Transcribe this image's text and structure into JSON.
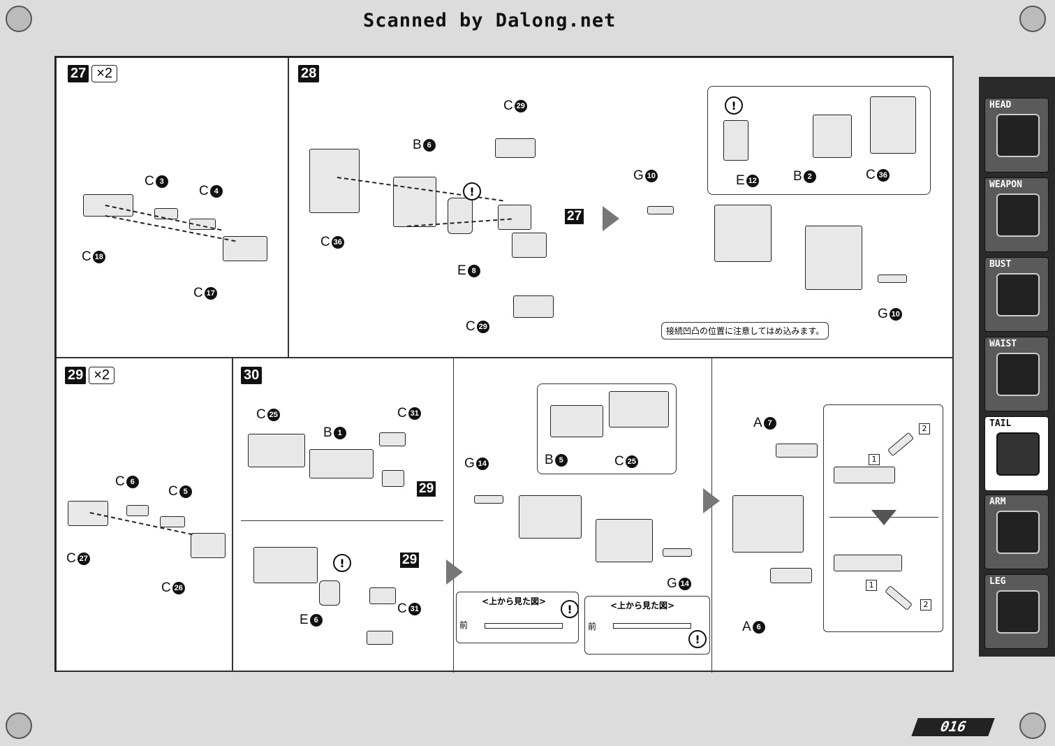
{
  "header": {
    "scan_credit": "Scanned by Dalong.net"
  },
  "steps": {
    "s27": {
      "number": "27",
      "multiplier": "×2"
    },
    "s28": {
      "number": "28"
    },
    "s29": {
      "number": "29",
      "multiplier": "×2"
    },
    "s30": {
      "number": "30"
    }
  },
  "labels": {
    "c3": {
      "letter": "C",
      "num": "3"
    },
    "c4": {
      "letter": "C",
      "num": "4"
    },
    "c18": {
      "letter": "C",
      "num": "18"
    },
    "c17": {
      "letter": "C",
      "num": "17"
    },
    "c29a": {
      "letter": "C",
      "num": "29"
    },
    "b6": {
      "letter": "B",
      "num": "6"
    },
    "c36a": {
      "letter": "C",
      "num": "36"
    },
    "e8": {
      "letter": "E",
      "num": "8"
    },
    "c29b": {
      "letter": "C",
      "num": "29"
    },
    "g10a": {
      "letter": "G",
      "num": "10"
    },
    "e12": {
      "letter": "E",
      "num": "12"
    },
    "b2": {
      "letter": "B",
      "num": "2"
    },
    "c36b": {
      "letter": "C",
      "num": "36"
    },
    "g10b": {
      "letter": "G",
      "num": "10"
    },
    "c6": {
      "letter": "C",
      "num": "6"
    },
    "c5": {
      "letter": "C",
      "num": "5"
    },
    "c27": {
      "letter": "C",
      "num": "27"
    },
    "c26": {
      "letter": "C",
      "num": "26"
    },
    "c25a": {
      "letter": "C",
      "num": "25"
    },
    "b1": {
      "letter": "B",
      "num": "1"
    },
    "c31a": {
      "letter": "C",
      "num": "31"
    },
    "e6": {
      "letter": "E",
      "num": "6"
    },
    "c31b": {
      "letter": "C",
      "num": "31"
    },
    "g14a": {
      "letter": "G",
      "num": "14"
    },
    "b5": {
      "letter": "B",
      "num": "5"
    },
    "c25b": {
      "letter": "C",
      "num": "25"
    },
    "g14b": {
      "letter": "G",
      "num": "14"
    },
    "a7": {
      "letter": "A",
      "num": "7"
    },
    "a6": {
      "letter": "A",
      "num": "6"
    }
  },
  "refs": {
    "r27": "27",
    "r29a": "29",
    "r29b": "29"
  },
  "notes": {
    "joint": "接続凹凸の位置に注意してはめ込みます。",
    "top_view": "<上から見た図>",
    "front": "前",
    "top_view_2": "<上から見た図>",
    "front_2": "前"
  },
  "order_marks": {
    "one_a": "1",
    "two_a": "2",
    "one_b": "1",
    "two_b": "2"
  },
  "warning_symbol": "!",
  "sidebar": {
    "items": [
      {
        "label": "HEAD",
        "active": false
      },
      {
        "label": "WEAPON",
        "active": false
      },
      {
        "label": "BUST",
        "active": false
      },
      {
        "label": "WAIST",
        "active": false
      },
      {
        "label": "TAIL",
        "active": true
      },
      {
        "label": "ARM",
        "active": false
      },
      {
        "label": "LEG",
        "active": false
      }
    ]
  },
  "footer": {
    "page_number": "016"
  }
}
